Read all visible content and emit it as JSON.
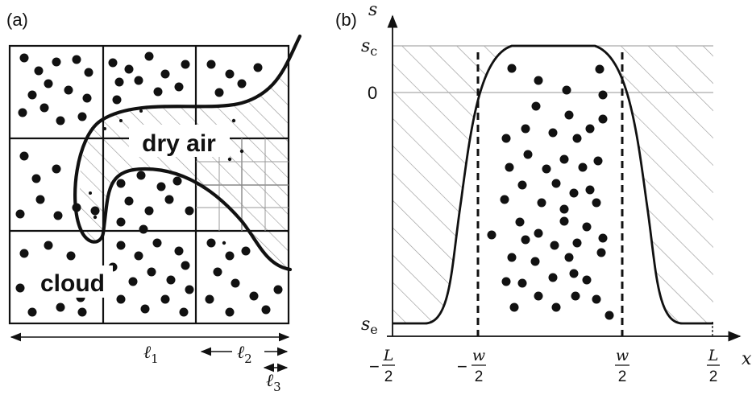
{
  "panel_a": {
    "label": "(a)",
    "region_labels": {
      "dry_air": "dry air",
      "cloud": "cloud"
    },
    "scales": {
      "l1": {
        "symbol": "ℓ",
        "sub": "1"
      },
      "l2": {
        "symbol": "ℓ",
        "sub": "2"
      },
      "l3": {
        "symbol": "ℓ",
        "sub": "3"
      }
    }
  },
  "panel_b": {
    "label": "(b)",
    "axes": {
      "x": "x",
      "y": "s"
    },
    "y_ticks": [
      {
        "symbol": "s",
        "sub": "c"
      },
      {
        "text": "0"
      },
      {
        "symbol": "s",
        "sub": "e"
      }
    ],
    "x_ticks": [
      {
        "sign": "−",
        "num": "L",
        "den": "2"
      },
      {
        "sign": "−",
        "num": "w",
        "den": "2"
      },
      {
        "sign": "",
        "num": "w",
        "den": "2"
      },
      {
        "sign": "",
        "num": "L",
        "den": "2"
      }
    ]
  },
  "colors": {
    "ink": "#111111",
    "hatch": "#9a9a9a",
    "grid": "#aaaaaa",
    "fine_grid": "#888888"
  }
}
